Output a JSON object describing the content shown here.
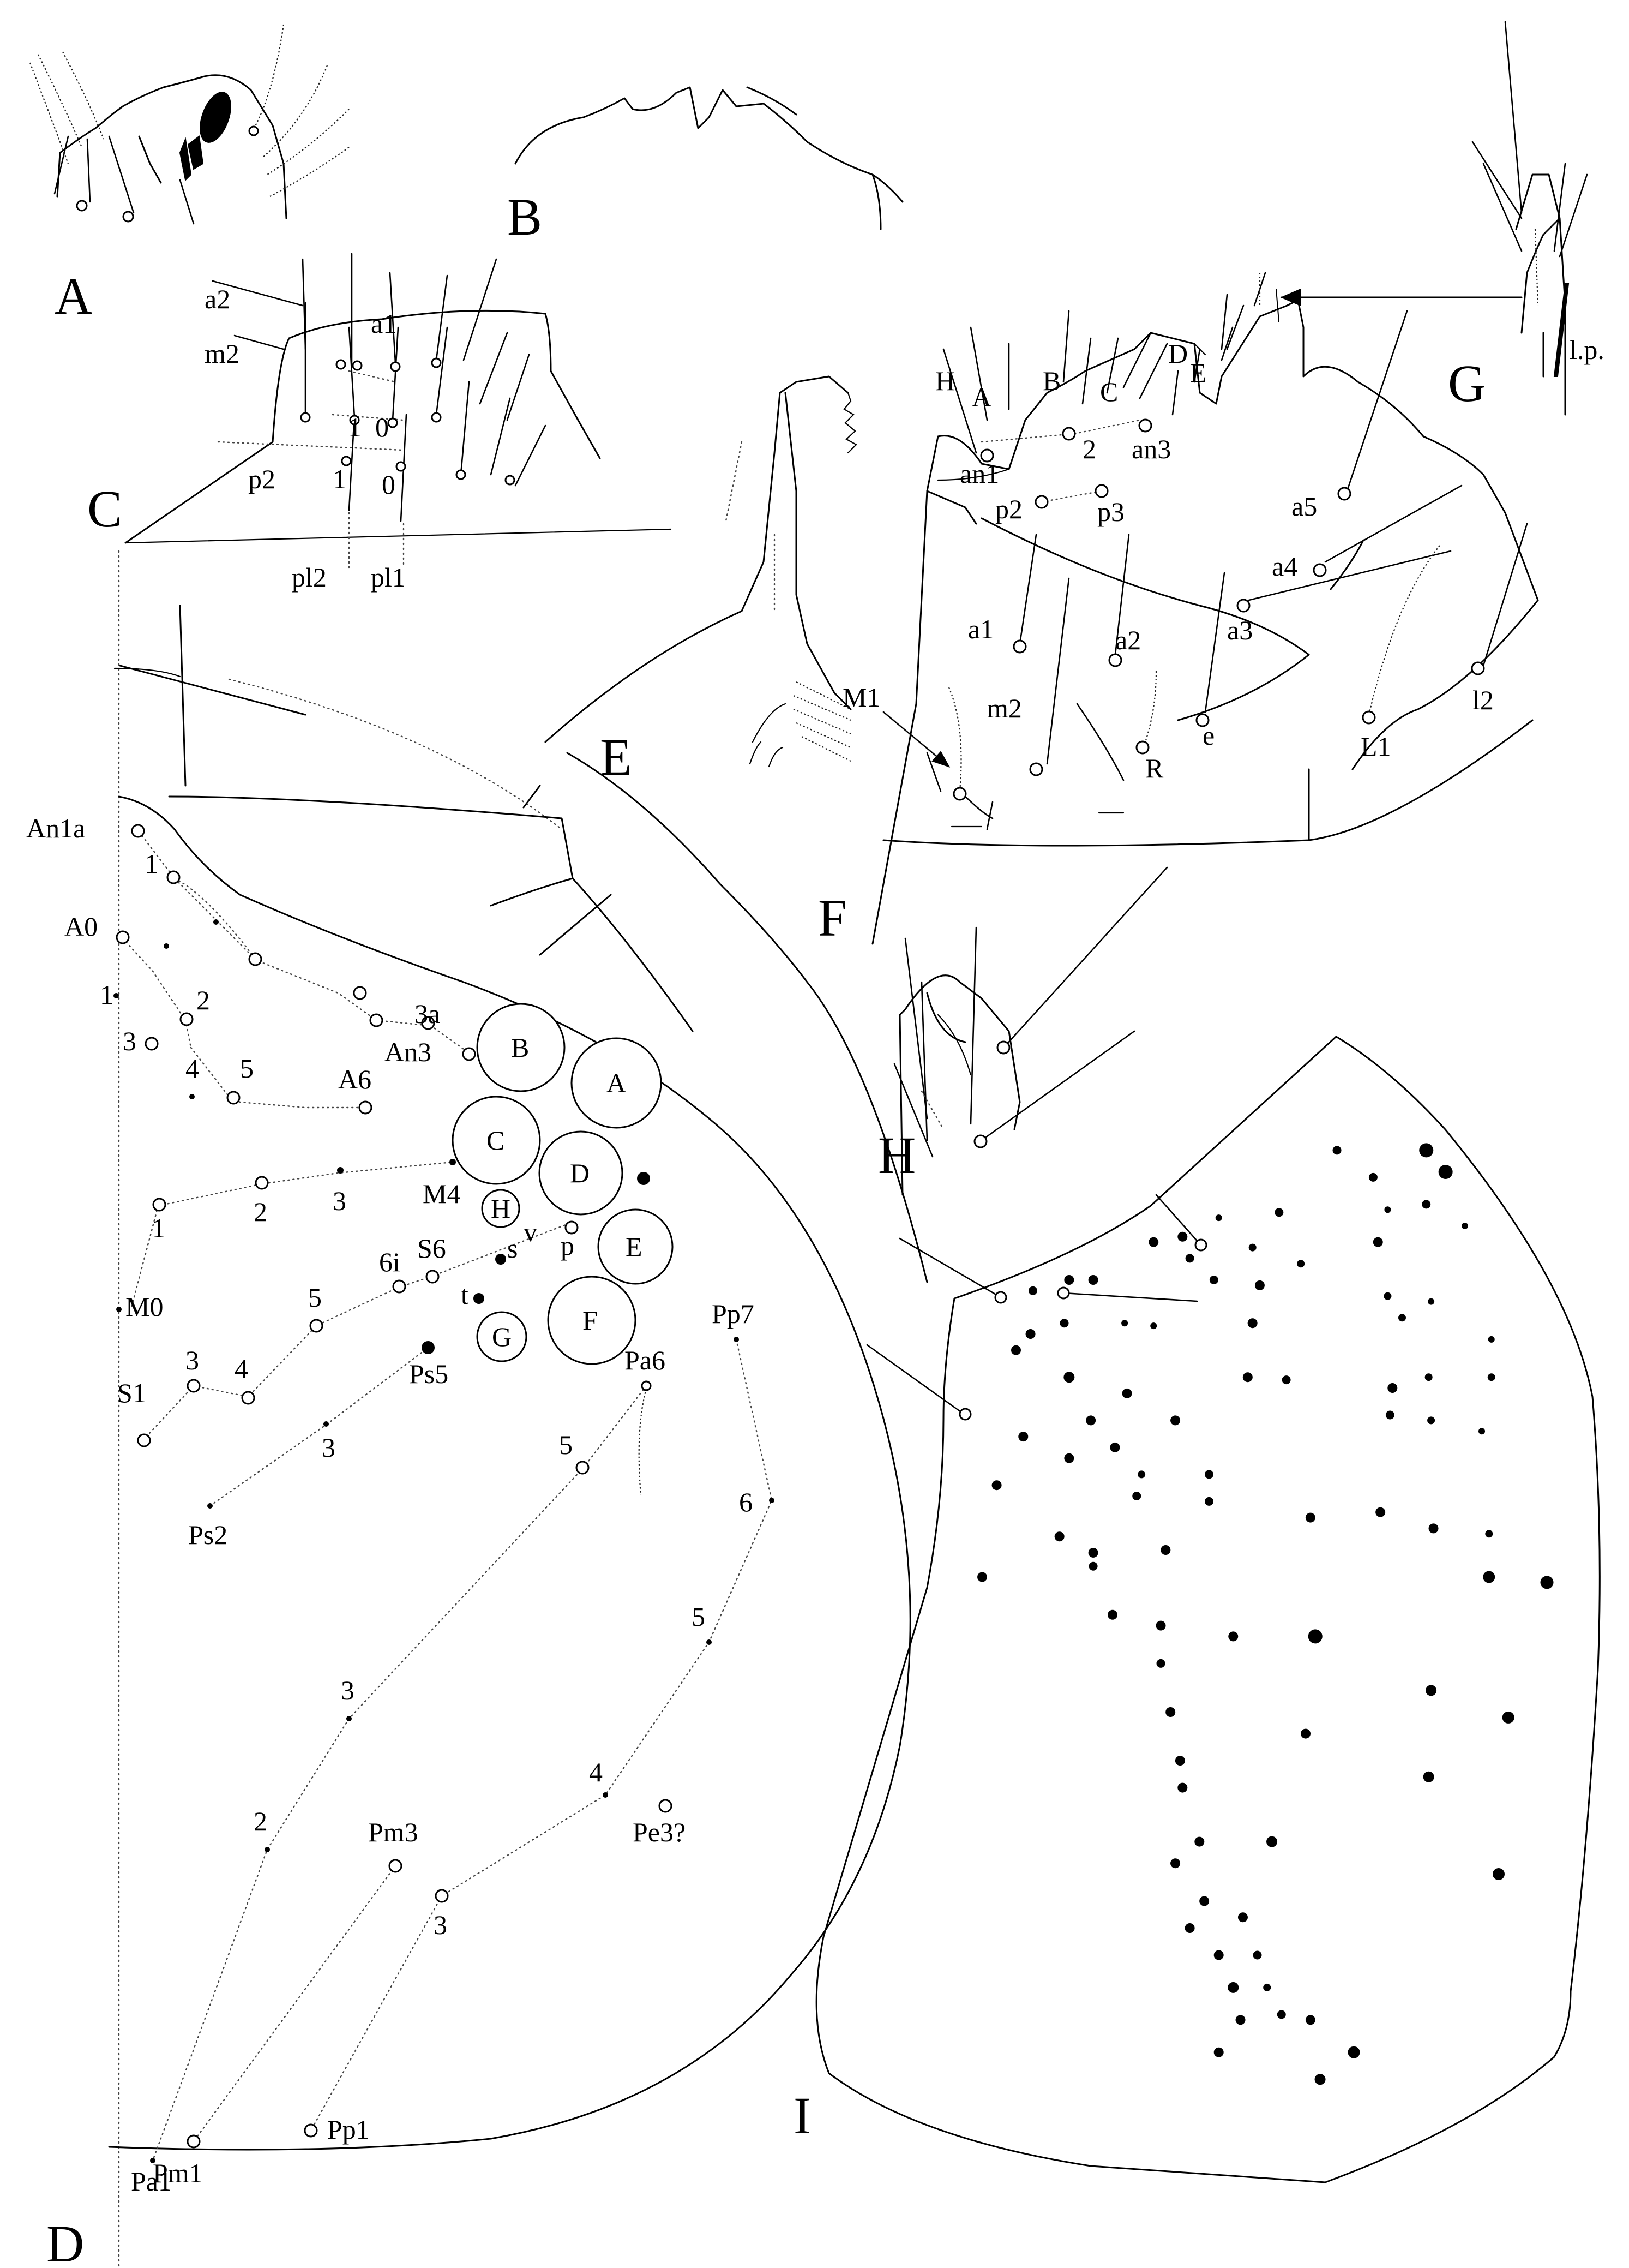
{
  "panels": [
    "A",
    "B",
    "C",
    "D",
    "E",
    "F",
    "G",
    "H",
    "I"
  ],
  "panel_C": {
    "labels": [
      "a2",
      "a1",
      "m2",
      "1",
      "0",
      "p2",
      "1",
      "0",
      "pl2",
      "pl1"
    ]
  },
  "panel_D": {
    "organ_letters": [
      "A",
      "B",
      "C",
      "D",
      "E",
      "F",
      "G",
      "H"
    ],
    "labels": [
      "An1a",
      "1",
      "A0",
      "1",
      "2",
      "3",
      "4",
      "5",
      "3a",
      "An3",
      "A6",
      "1",
      "2",
      "3",
      "M4",
      "M0",
      "5",
      "6i",
      "S6",
      "s",
      "v",
      "p",
      "t",
      "3",
      "4",
      "S1",
      "Ps5",
      "3",
      "Ps2",
      "Pp7",
      "Pa6",
      "5",
      "6",
      "5",
      "3",
      "4",
      "Pe3?",
      "2",
      "Pm3",
      "3",
      "Pa1",
      "Pm1",
      "Pp1"
    ]
  },
  "panel_F": {
    "labels": [
      "H",
      "A",
      "B",
      "C",
      "D",
      "E",
      "2",
      "an3",
      "an1",
      "p2",
      "p3",
      "a5",
      "a4",
      "a3",
      "a1",
      "a2",
      "e",
      "m2",
      "R",
      "L1",
      "l2",
      "M1"
    ]
  },
  "panel_G": {
    "labels": [
      "l.p."
    ]
  }
}
